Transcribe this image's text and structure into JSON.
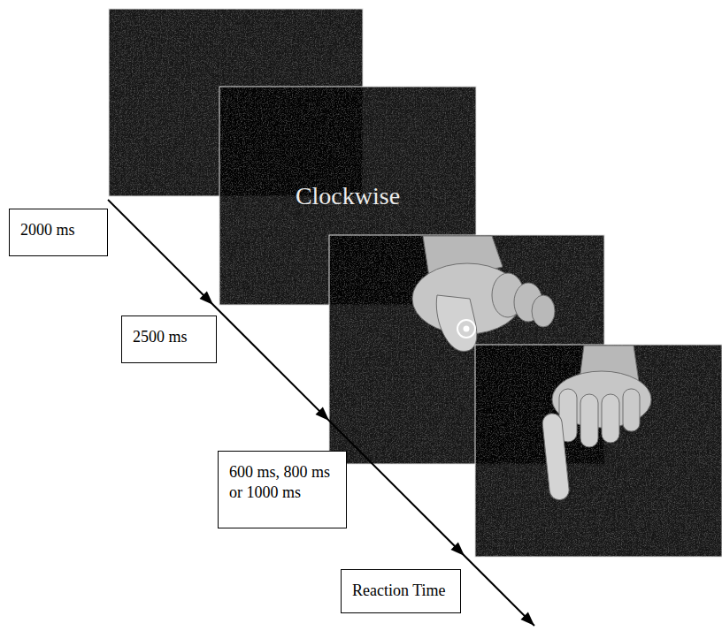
{
  "diagram": {
    "nodes": [
      {
        "text": [
          "Clockwise"
        ]
      },
      {
        "text": [
          "2000 ms"
        ]
      },
      {
        "text": [
          "2500 ms"
        ]
      },
      {
        "text": [
          "600 ms, 800 ms or 1000 ms"
        ]
      },
      {
        "text": [
          "Reaction Time"
        ]
      }
    ]
  }
}
